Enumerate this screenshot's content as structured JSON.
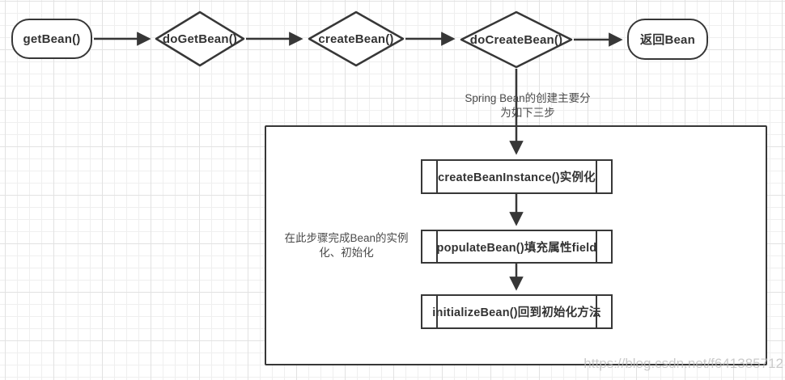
{
  "colors": {
    "stroke": "#373737",
    "label": "#333333",
    "annotation": "#4a4a4a",
    "watermark": "#b9b9b9",
    "grid_minor": "#efefef",
    "grid_major": "#e2e2e2",
    "shape_fill": "#ffffff"
  },
  "flow": {
    "start_node": {
      "label": "getBean()"
    },
    "decisions": [
      {
        "label": "doGetBean()"
      },
      {
        "label": "createBean()"
      },
      {
        "label": "doCreateBean()"
      }
    ],
    "end_node": {
      "label": "返回Bean"
    },
    "note_top": {
      "lines": [
        "Spring Bean的创建主要分",
        "为如下三步"
      ]
    },
    "container": {
      "note": {
        "lines": [
          "在此步骤完成Bean的实例",
          "化、初始化"
        ]
      },
      "steps": [
        {
          "label": "createBeanInstance()实例化"
        },
        {
          "label": "populateBean()填充属性field"
        },
        {
          "label": "initializeBean()回到初始化方法"
        }
      ]
    }
  },
  "watermark": "https://blog.csdn.net/f641385712"
}
